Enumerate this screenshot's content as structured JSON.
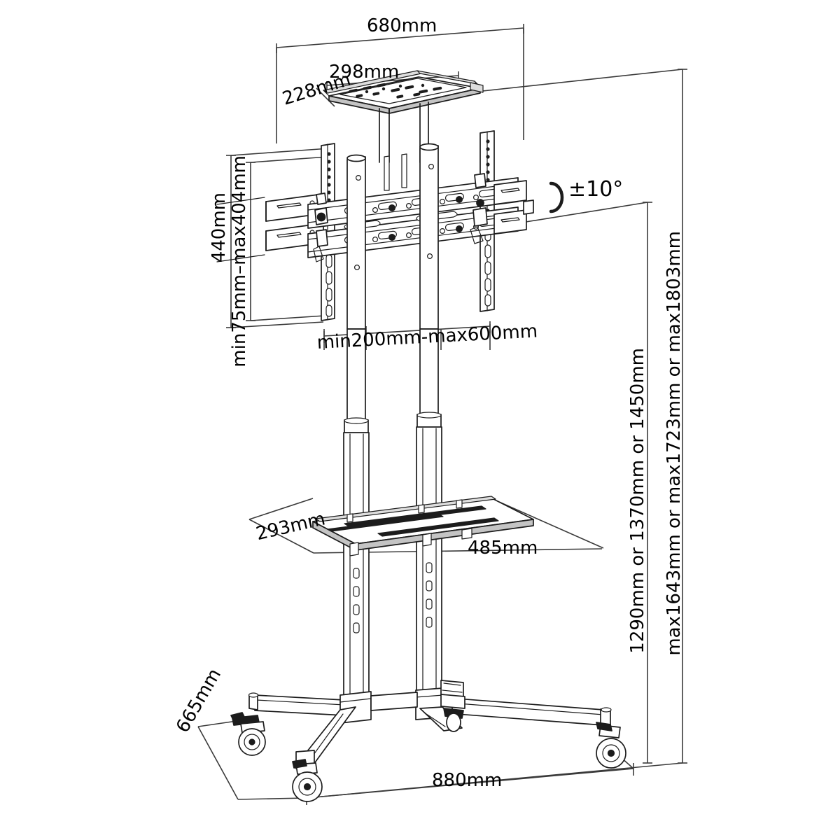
{
  "drawing": {
    "title": "Mobile TV Cart Stand Dimensional Drawing",
    "type": "technical-line-drawing",
    "units": "mm",
    "line_color": "#2b2b2b",
    "background_color": "#ffffff"
  },
  "dimensions": {
    "top_width": "680mm",
    "camera_shelf_width": "298mm",
    "camera_shelf_depth": "228mm",
    "bracket_height": "440mm",
    "vesa_vertical": "min75mm–max404mm",
    "vesa_horizontal": "min200mm-max600mm",
    "tilt_angle": "±10°",
    "av_shelf_depth": "293mm",
    "av_shelf_width": "485mm",
    "height_options": "1290mm or 1370mm or 1450mm",
    "max_height_options": "max1643mm or max1723mm or max1803mm",
    "base_depth": "665mm",
    "base_width": "880mm"
  },
  "parts": {
    "camera_shelf": "camera-shelf",
    "tv_bracket": "tv-mount-bracket",
    "vertical_rail_left": "bracket-rail-left",
    "vertical_rail_right": "bracket-rail-right",
    "column_left": "telescoping-column-left",
    "column_right": "telescoping-column-right",
    "av_shelf": "av-equipment-shelf",
    "base": "x-base-frame",
    "caster_front_left": "caster-front-left",
    "caster_front_right": "caster-front-right",
    "caster_rear_left": "caster-rear-left",
    "caster_rear_right": "caster-rear-right"
  }
}
